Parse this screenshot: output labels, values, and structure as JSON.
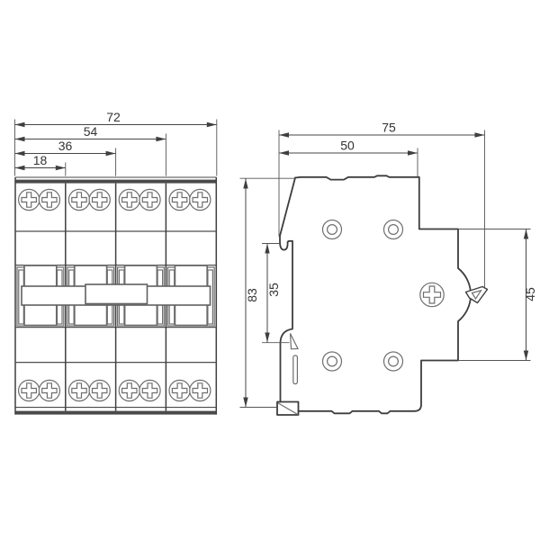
{
  "front_view": {
    "dimensions": {
      "module_1": "18",
      "module_2": "36",
      "module_3": "54",
      "overall_width": "72"
    }
  },
  "side_view": {
    "dimensions": {
      "overall_depth": "75",
      "upper_depth": "50",
      "overall_height": "83",
      "clip_section": "35",
      "terminal_height": "45"
    }
  },
  "colors": {
    "outline": "#3d3d3d",
    "detail": "#6e6e6e",
    "dimension": "#454545",
    "text": "#333333",
    "background": "#ffffff"
  }
}
